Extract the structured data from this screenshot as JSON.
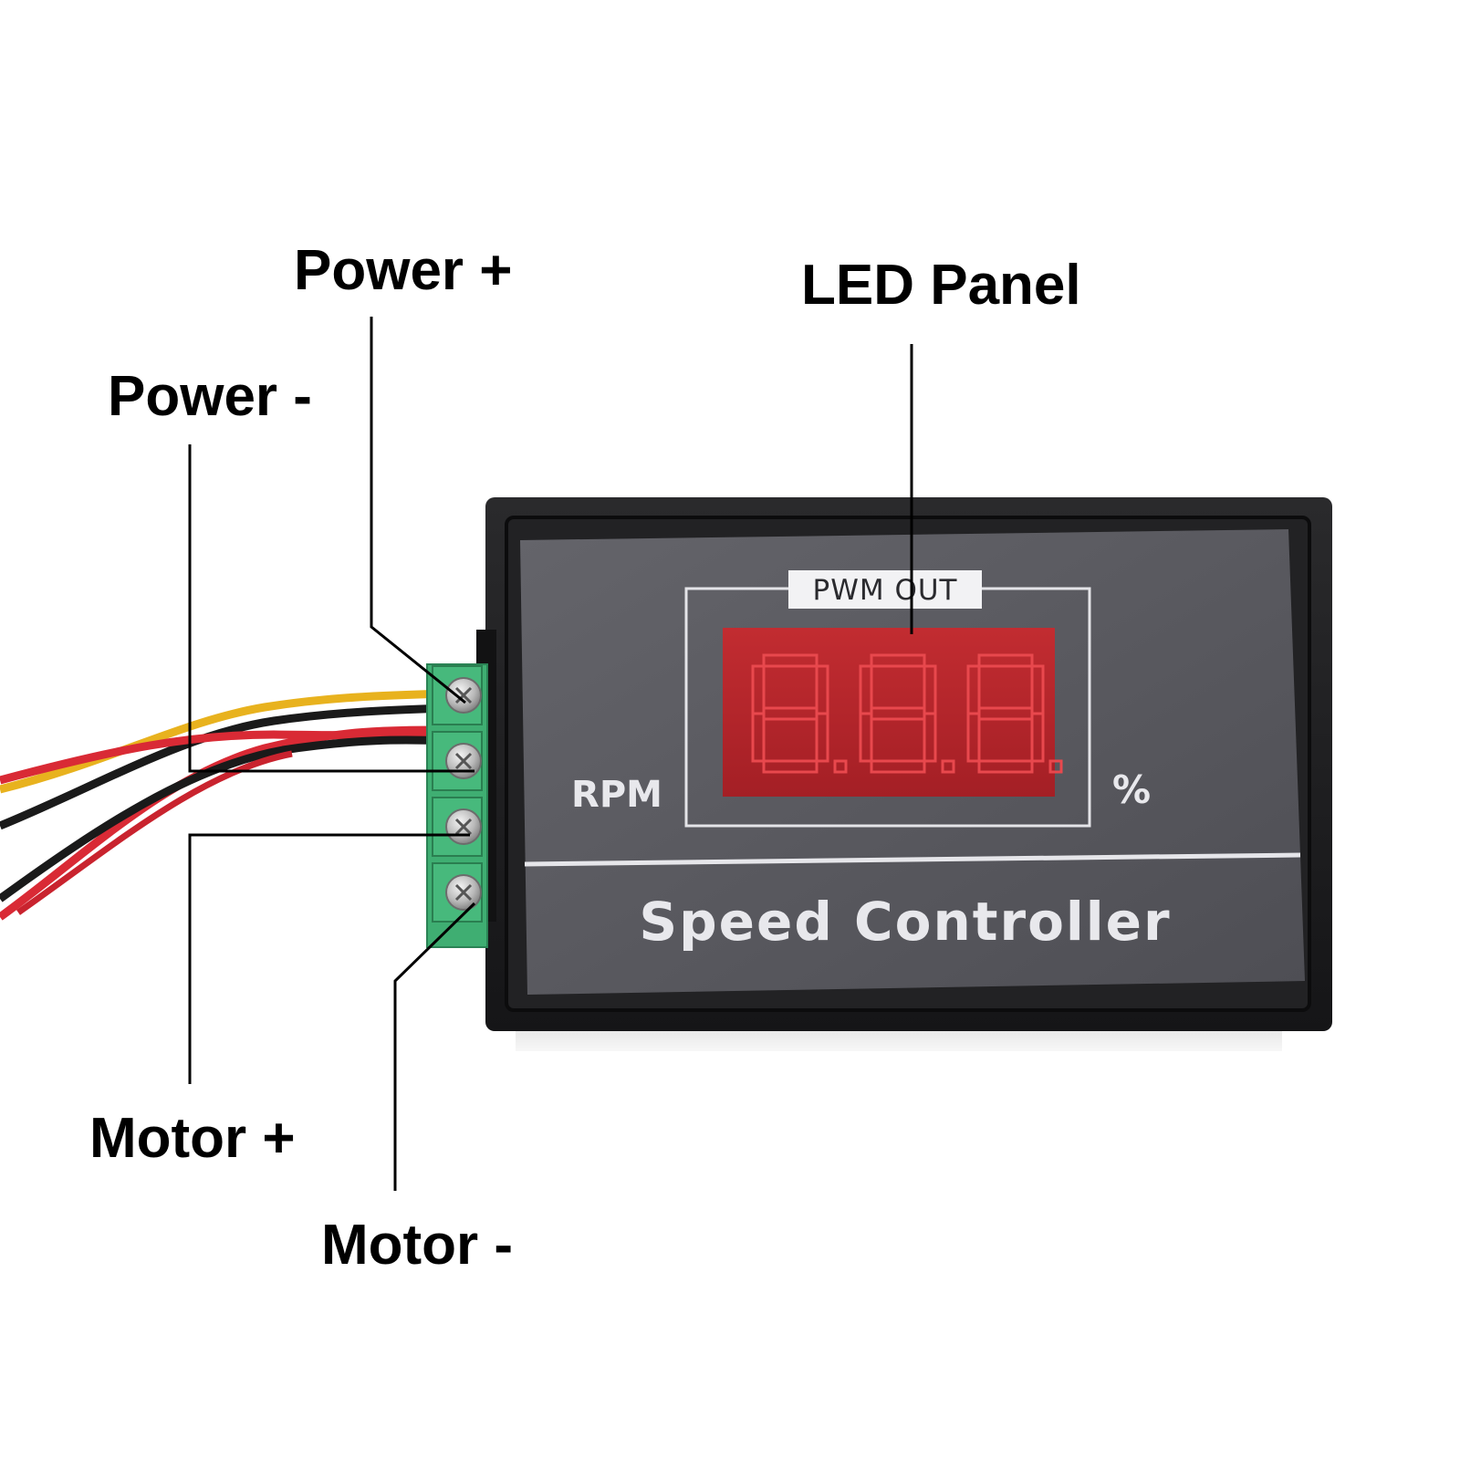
{
  "callouts": {
    "power_plus": "Power +",
    "power_minus": "Power -",
    "led_panel": "LED Panel",
    "motor_plus": "Motor +",
    "motor_minus": "Motor -"
  },
  "device": {
    "display_caption": "PWM OUT",
    "unit_left": "RPM",
    "unit_right": "%",
    "title": "Speed Controller",
    "display_segments_lit": "8.8.8",
    "display_digit_count": 3
  },
  "colors": {
    "housing": "#1c1c1e",
    "panel": "#58585e",
    "led_window": "#b5262b",
    "led_segment": "#e8484d",
    "terminal_block": "#3fae72",
    "wire_red": "#d92a35",
    "wire_black": "#1a1a1a",
    "wire_yellow": "#e8b21e"
  }
}
